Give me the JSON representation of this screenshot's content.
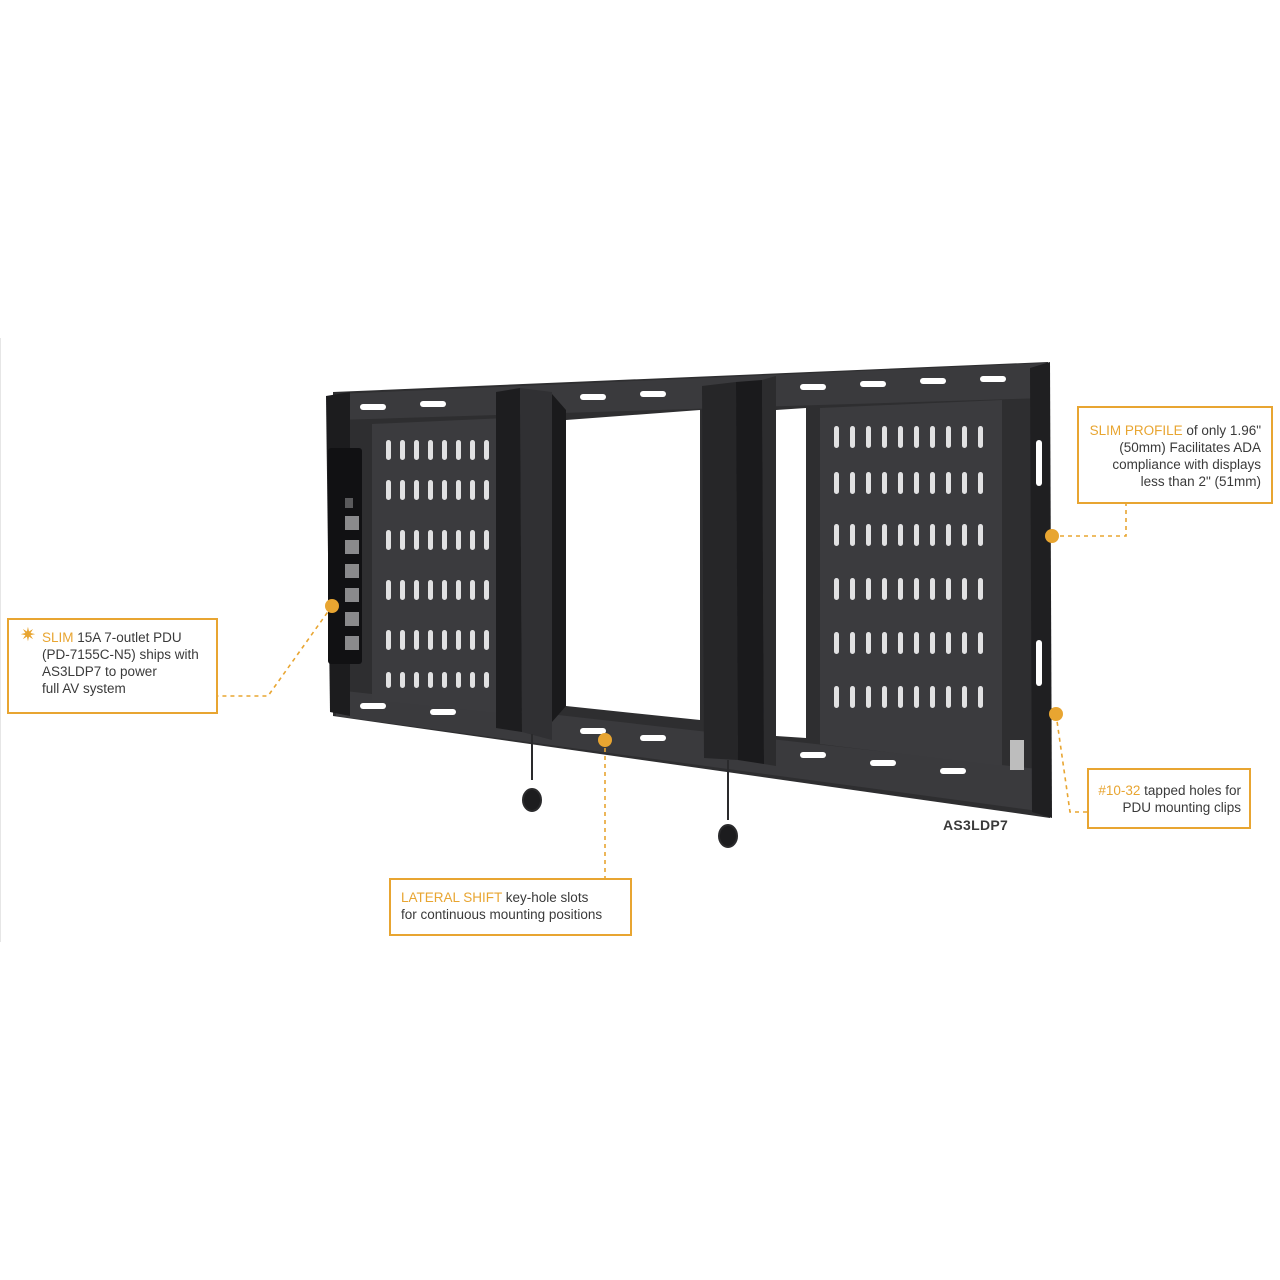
{
  "callouts": {
    "slim": {
      "icon": "starburst-icon",
      "highlight": "SLIM",
      "line1_rest": " 15A 7-outlet PDU",
      "line2": "(PD-7155C-N5) ships with",
      "line3": "AS3LDP7 to power",
      "line4": "full AV system"
    },
    "profile": {
      "highlight": "SLIM PROFILE",
      "line1_rest": " of only 1.96\"",
      "line2": "(50mm) Facilitates ADA",
      "line3": "compliance with displays",
      "line4": "less than 2\" (51mm)"
    },
    "holes": {
      "highlight": "#10-32",
      "line1_rest": " tapped holes for",
      "line2": "PDU mounting clips"
    },
    "lateral": {
      "highlight": "LATERAL SHIFT",
      "line1_rest": " key-hole slots",
      "line2": "for continuous mounting positions"
    }
  },
  "model": "AS3LDP7",
  "colors": {
    "accent": "#e8a531",
    "metal": "#2b2b2d",
    "text": "#3a3a3a"
  }
}
